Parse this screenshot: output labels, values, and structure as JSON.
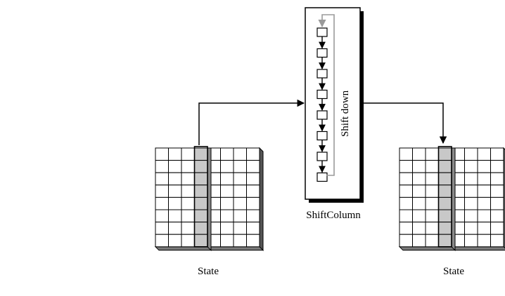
{
  "labels": {
    "left_state": "State",
    "right_state": "State",
    "operation": "ShiftColumn",
    "operation_inner": "Shift down"
  },
  "grid": {
    "rows": 8,
    "cols": 8,
    "highlight_col": 3
  },
  "shift_cells": 8,
  "colors": {
    "stroke": "#000000",
    "highlight": "#c8c8c8",
    "shadow": "#8a8a8a",
    "return_arrow": "#9a9a9a"
  }
}
